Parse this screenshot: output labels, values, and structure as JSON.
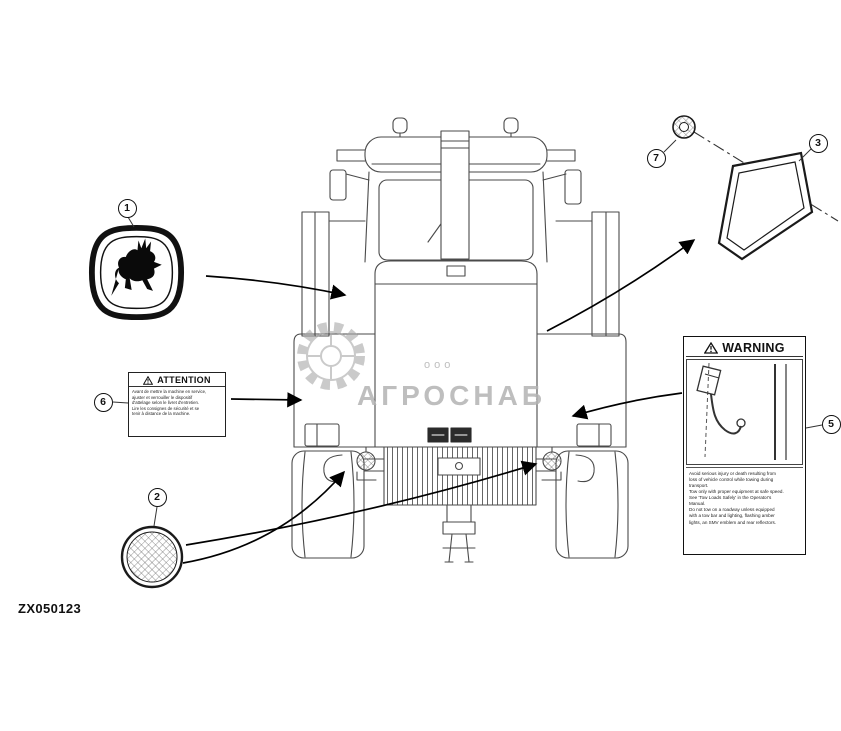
{
  "drawing": {
    "number": "ZX050123"
  },
  "watermark": {
    "prefix": "ооо",
    "name": "АГРОСНАБ"
  },
  "callouts": {
    "c1": "1",
    "c2": "2",
    "c3": "3",
    "c5": "5",
    "c6": "6",
    "c7": "7"
  },
  "labels": {
    "attention": {
      "title": "ATTENTION",
      "lines": [
        "Avant de mettre la machine en service,",
        "ajuster et verrouiller le dispositif",
        "d'attelage selon le livret d'entretien.",
        "Lire les consignes de sécurité et se",
        "tenir à distance de la machine."
      ]
    },
    "warning": {
      "title": "WARNING",
      "lines": [
        "Avoid serious injury or death resulting from",
        "loss of vehicle control while towing during",
        "transport.",
        "Tow only with proper equipment at safe speed.",
        "See 'Tow Loads Safely' in the Operator's",
        "Manual.",
        "Do not tow on a roadway unless equipped",
        "with a tow bar and lighting, flashing amber",
        "lights, an SMV emblem and rear reflectors."
      ]
    }
  }
}
